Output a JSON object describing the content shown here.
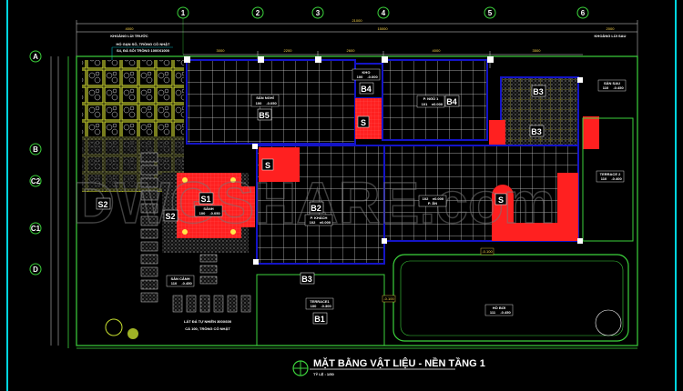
{
  "title": "MẶT BẰNG VẬT LIỆU - NỀN TẦNG 1",
  "scale": "TỶ LỆ : 1/50",
  "watermark": "DWGSHARE.com",
  "axes": {
    "columns": [
      "1",
      "2",
      "3",
      "4",
      "5",
      "6"
    ],
    "rows": [
      "A",
      "B",
      "C2",
      "C1",
      "D"
    ]
  },
  "dimensions": {
    "total": "21000",
    "front_setback": "4000",
    "middle": "15000",
    "rear_setback": "2000",
    "spans": [
      "3000",
      "2200",
      "2600",
      "4000",
      "3500"
    ],
    "front_setback_label": "KHOẢNG LÙI TRƯỚC",
    "rear_setback_label": "KHOẢNG LÙI SAU"
  },
  "notes": {
    "top_note_1": "HỐ GẠN SỎ, TRỒNG CỎ NHẬT",
    "top_note_2": "S4, ĐÁ SỎI TRỒNG 1000X1000",
    "bottom_note_1": "LÁT ĐÁ TỰ NHIÊN 300X600",
    "bottom_note_2": "CÁ 100, TRỒNG CỎ NHẬT"
  },
  "rooms": {
    "san_nghi": {
      "name": "SÂN NGHỈ",
      "code": "100",
      "level": "-0.050",
      "tag": "B5"
    },
    "kho": {
      "name": "KHO",
      "code": "100",
      "level": "-0.000",
      "tag": "B4"
    },
    "p_ngu": {
      "name": "P. NGỦ 1",
      "code": "101",
      "level": "±0.000",
      "tag": "B4"
    },
    "wc_tag_1": "B3",
    "wc_tag_2": "B3",
    "san_sau": {
      "name": "SÂN SAU",
      "code": "110",
      "level": "-0.450"
    },
    "terrace2": {
      "name": "TERRACE 2",
      "code": "110",
      "level": "-0.400"
    },
    "phong_khach": {
      "name": "P. KHÁCH",
      "code": "102",
      "level": "±0.000",
      "tag": "B2"
    },
    "phong_an": {
      "name": "P. ĂN",
      "code": "102",
      "level": "±0.000"
    },
    "sanh": {
      "name": "SẢNH",
      "code": "100",
      "level": "-0.050",
      "tag": "S1"
    },
    "san_canh": {
      "name": "SÂN CẢNH",
      "code": "110",
      "level": "-0.450"
    },
    "terrace1": {
      "name": "TERRACE1",
      "code": "100",
      "level": "-0.300",
      "tag": "B1"
    },
    "ho_boi": {
      "name": "HỒ BƠI",
      "code": "111",
      "level": "-0.450"
    },
    "s2_tag_1": "S2",
    "s2_tag_2": "S2",
    "s_stair": "S",
    "s_kitchen": "S",
    "s_room": "S",
    "b3_step": "B3",
    "pool_level": "-0.100",
    "dining_level": "-0.100"
  },
  "colors": {
    "background": "#000000",
    "frame": "#00d5e0",
    "wall": "#1414c8",
    "outline": "#3cd23c",
    "tile": "#d8d8d8",
    "fill_red": "#ff2020",
    "dimension": "#ffd84a"
  }
}
